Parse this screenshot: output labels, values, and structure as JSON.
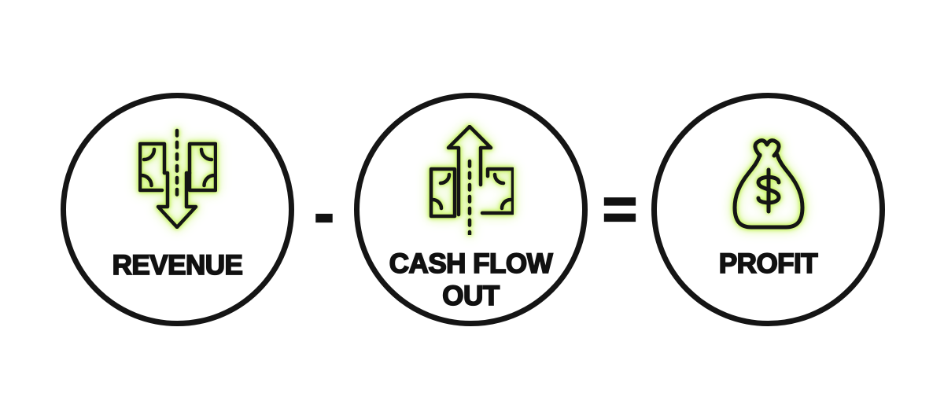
{
  "diagram": {
    "background": "#ffffff",
    "outline_color": "#151515",
    "glow_color": "#c9f464",
    "nodes": [
      {
        "id": "revenue",
        "label": "REVENUE",
        "icon": "banknote-split-arrow-down-icon"
      },
      {
        "id": "cash-flow-out",
        "label": "CASH FLOW OUT",
        "icon": "banknote-split-arrow-up-icon"
      },
      {
        "id": "profit",
        "label": "PROFIT",
        "icon": "money-bag-dollar-icon"
      }
    ],
    "operators": {
      "minus": "-",
      "equals": "="
    }
  }
}
